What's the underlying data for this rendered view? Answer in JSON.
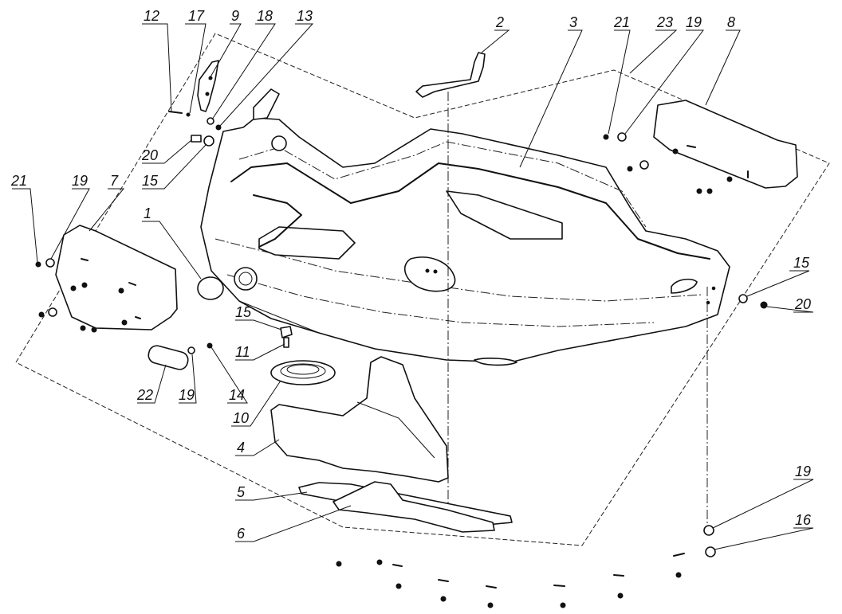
{
  "diagram": {
    "type": "exploded-assembly-drawing",
    "labels": {
      "p12": "12",
      "p17": "17",
      "p9": "9",
      "p18": "18",
      "p13": "13",
      "p2": "2",
      "p3": "3",
      "p21a": "21",
      "p23": "23",
      "p19a": "19",
      "p8": "8",
      "p20a": "20",
      "p15a": "15",
      "p21b": "21",
      "p19b": "19",
      "p7": "7",
      "p1": "1",
      "p15b": "15",
      "p20b": "20",
      "p15c": "15",
      "p11": "11",
      "p22": "22",
      "p19c": "19",
      "p14": "14",
      "p10": "10",
      "p4": "4",
      "p5": "5",
      "p6": "6",
      "p19d": "19",
      "p16": "16"
    }
  }
}
